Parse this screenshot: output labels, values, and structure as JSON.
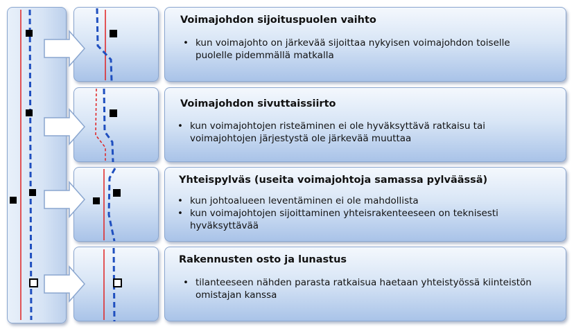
{
  "colors": {
    "red_line": "#e02020",
    "blue_line": "#1f4fbf",
    "marker": "#000000",
    "panel_border": "#8aa6cf",
    "arrow_fill": "#ffffff"
  },
  "icons": {
    "arrow": "right-arrow-icon",
    "square_marker": "square-marker-icon"
  },
  "rows": [
    {
      "title": "Voimajohdon sijoituspuolen vaihto",
      "bullets": [
        "kun voimajohto on järkevää sijoittaa nykyisen voimajohdon toiselle puolelle pidemmällä matkalla"
      ]
    },
    {
      "title": "Voimajohdon sivuttaissiirto",
      "bullets": [
        "kun voimajohtojen risteäminen ei ole hyväksyttävä ratkaisu tai voimajohtojen järjestystä ole järkevää muuttaa"
      ]
    },
    {
      "title": "Yhteispylväs (useita voimajohtoja samassa pylväässä)",
      "bullets": [
        "kun  johtoalueen leventäminen ei ole mahdollista",
        "kun voimajohtojen sijoittaminen yhteisrakenteeseen on teknisesti hyväksyttävää"
      ]
    },
    {
      "title": "Rakennusten osto ja lunastus",
      "bullets": [
        "tilanteeseen nähden parasta ratkaisua haetaan yhteistyössä kiinteistön omistajan kanssa"
      ]
    }
  ]
}
